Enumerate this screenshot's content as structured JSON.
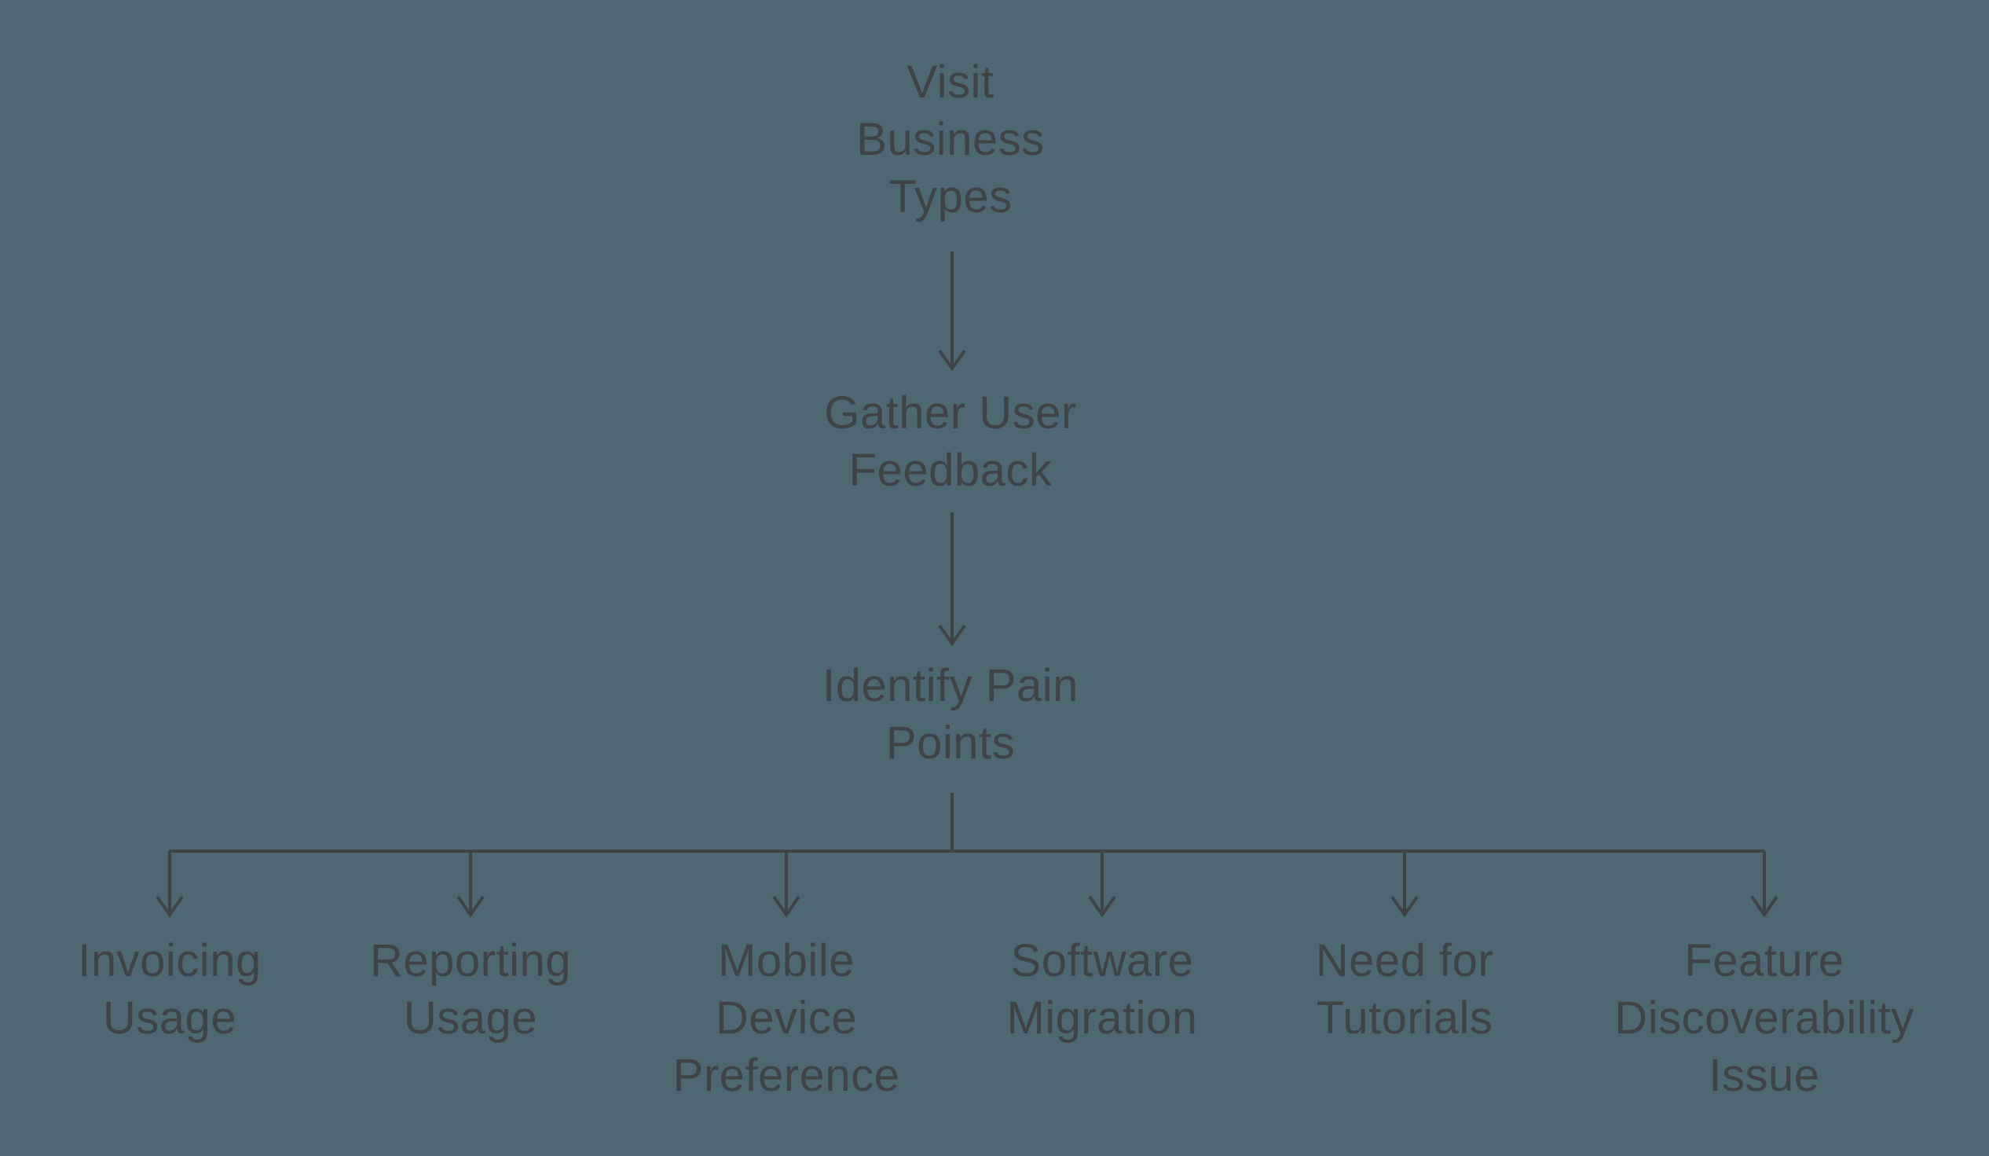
{
  "page": {
    "background_color": "#4d6872",
    "line_color": "#3e4347",
    "text_color": "#3e4347"
  },
  "diagram": {
    "type": "flowchart",
    "direction": "top-down",
    "nodes": {
      "visit_business_types": {
        "label": "Visit\nBusiness\nTypes"
      },
      "gather_user_feedback": {
        "label": "Gather User\nFeedback"
      },
      "identify_pain_points": {
        "label": "Identify Pain\nPoints"
      },
      "invoicing_usage": {
        "label": "Invoicing\nUsage"
      },
      "reporting_usage": {
        "label": "Reporting\nUsage"
      },
      "mobile_device_preference": {
        "label": "Mobile\nDevice\nPreference"
      },
      "software_migration": {
        "label": "Software\nMigration"
      },
      "need_for_tutorials": {
        "label": "Need for\nTutorials"
      },
      "feature_discoverability_issue": {
        "label": "Feature\nDiscoverability\nIssue"
      }
    },
    "edges": [
      {
        "from": "visit_business_types",
        "to": "gather_user_feedback",
        "arrow": true
      },
      {
        "from": "gather_user_feedback",
        "to": "identify_pain_points",
        "arrow": true
      },
      {
        "from": "identify_pain_points",
        "to": "invoicing_usage",
        "arrow": true
      },
      {
        "from": "identify_pain_points",
        "to": "reporting_usage",
        "arrow": true
      },
      {
        "from": "identify_pain_points",
        "to": "mobile_device_preference",
        "arrow": true
      },
      {
        "from": "identify_pain_points",
        "to": "software_migration",
        "arrow": true
      },
      {
        "from": "identify_pain_points",
        "to": "need_for_tutorials",
        "arrow": true
      },
      {
        "from": "identify_pain_points",
        "to": "feature_discoverability_issue",
        "arrow": true
      }
    ]
  }
}
